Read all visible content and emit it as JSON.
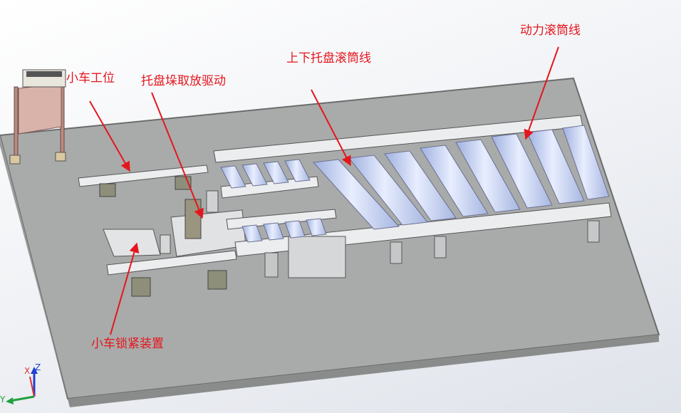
{
  "callouts": {
    "cart_station": "小车工位",
    "pallet_stack_drive": "托盘垛取放驱动",
    "updown_pallet_roller_line": "上下托盘滚筒线",
    "powered_roller_line": "动力滚筒线",
    "cart_locking_device": "小车锁紧装置"
  },
  "axis_labels": {
    "x": "X",
    "y": "Y",
    "z": "Z"
  },
  "colors": {
    "callout": "#e4161d",
    "base_plate": "#a9abaa",
    "base_edge": "#6a6d6b",
    "roller": "#c9d4f0",
    "frame": "#e6e6e8",
    "cabinet_panel": "#d9b3aa",
    "axis_x": "#e03030",
    "axis_y": "#20a040",
    "axis_z": "#2040d0"
  }
}
